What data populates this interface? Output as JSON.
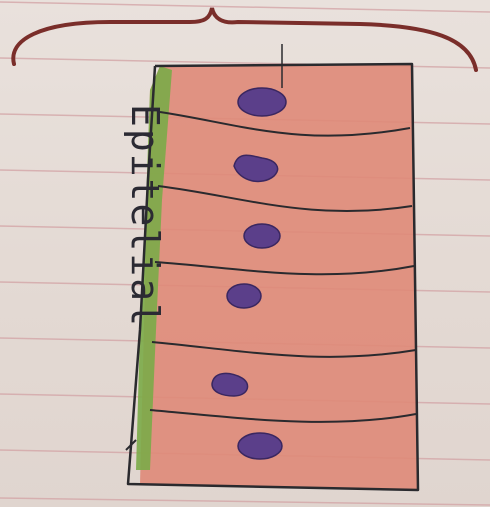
{
  "drawing": {
    "label": "Epitelial",
    "colors": {
      "paper": "#e6ddd8",
      "rule_line": "#d4a6a8",
      "cell_fill": "#df8a78",
      "basement_membrane": "#7bab48",
      "nucleus": "#5b3f8a",
      "outline": "#2a2a2e",
      "brace": "#7a2e2a"
    },
    "cell_count": 6,
    "icons": [
      "brace-marker",
      "cell-nucleus"
    ]
  }
}
